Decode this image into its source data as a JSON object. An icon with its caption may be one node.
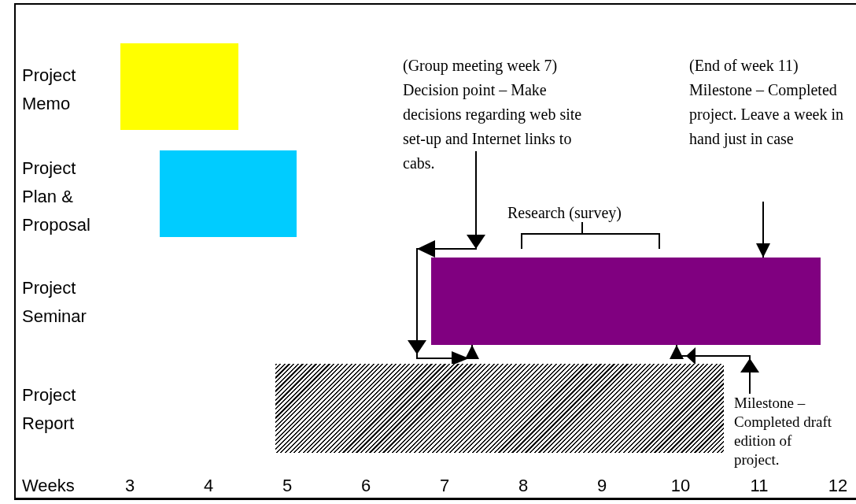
{
  "diagram": {
    "nodes": [
      {
        "text": [],
        "shape": "bar"
      },
      {
        "text": [],
        "shape": "bar"
      },
      {
        "text": [],
        "shape": "bar"
      },
      {
        "text": [],
        "shape": "bar"
      },
      {
        "text": [
          "(Group meeting week 7) Decision point – Make decisions regarding web site set-up and Internet links to cabs."
        ]
      },
      {
        "text": [
          "(End of week 11) Milestone – Completed project. Leave a week in hand just in case"
        ]
      },
      {
        "text": [
          "Milestone – Completed draft edition of project."
        ]
      }
    ],
    "edges": [
      {
        "from": 4,
        "to": 2,
        "arrow": "to"
      },
      {
        "from": 5,
        "to": 2,
        "arrow": "to"
      },
      {
        "from": 6,
        "to": 2,
        "arrow": "to"
      }
    ],
    "labels": [
      "Project Memo",
      "Project Plan & Proposal",
      "Project Seminar",
      "Project Report",
      "Research (survey)",
      "Weeks",
      "3",
      "4",
      "5",
      "6",
      "7",
      "8",
      "9",
      "10",
      "11",
      "12"
    ]
  }
}
